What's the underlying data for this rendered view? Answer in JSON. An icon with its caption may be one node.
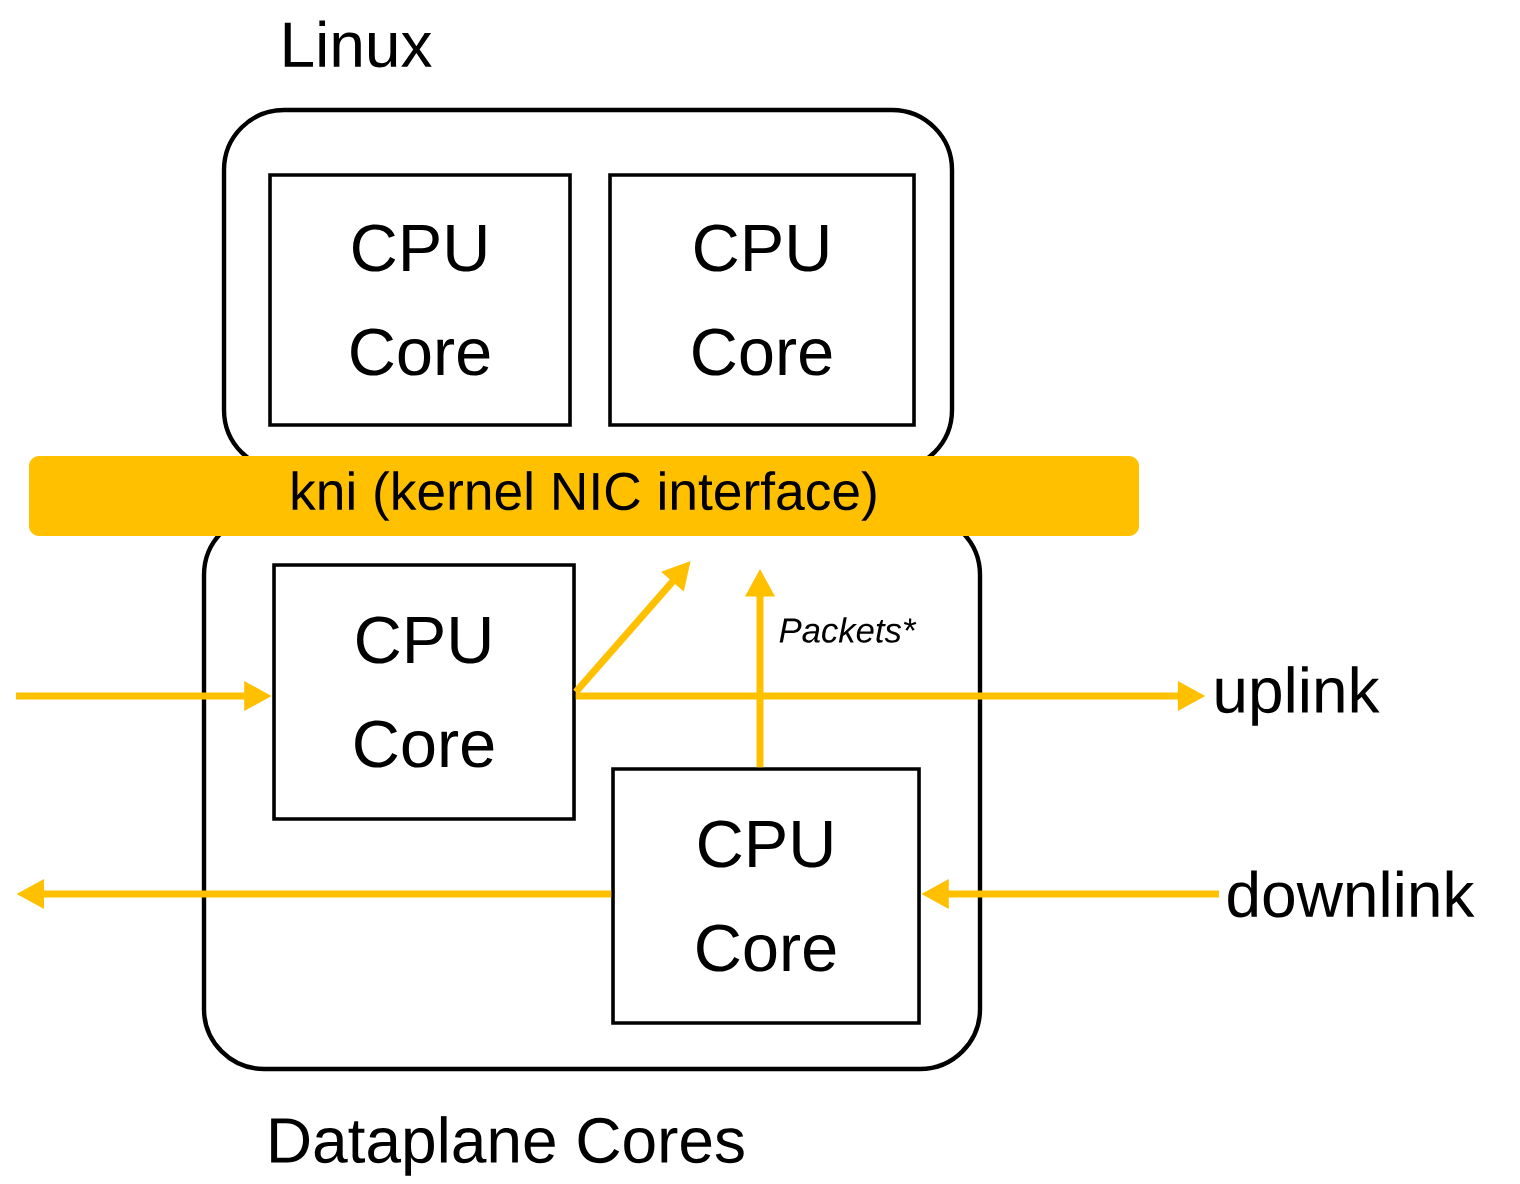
{
  "diagram": {
    "nodes": [
      {
        "text": [
          "Linux"
        ]
      },
      {
        "text": [
          "CPU Core"
        ],
        "in": 0
      },
      {
        "text": [
          "CPU Core"
        ],
        "in": 0
      },
      {
        "text": [
          "kni (kernel NIC interface)"
        ]
      },
      {
        "text": [
          "Dataplane Cores"
        ]
      },
      {
        "text": [
          "CPU Core"
        ],
        "in": 4
      },
      {
        "text": [
          "CPU Core"
        ],
        "in": 4
      },
      {
        "text": [
          "uplink"
        ]
      },
      {
        "text": [
          "downlink"
        ]
      }
    ],
    "edges": [
      {
        "from": null,
        "to": 5,
        "arrow": "to"
      },
      {
        "from": 5,
        "to": 3,
        "arrow": "to"
      },
      {
        "from": 5,
        "to": 7,
        "arrow": "to"
      },
      {
        "from": 6,
        "to": 3,
        "arrow": "to",
        "label": "Packets*"
      },
      {
        "from": 8,
        "to": 6,
        "arrow": "to"
      },
      {
        "from": 6,
        "to": null,
        "arrow": "to"
      }
    ]
  }
}
